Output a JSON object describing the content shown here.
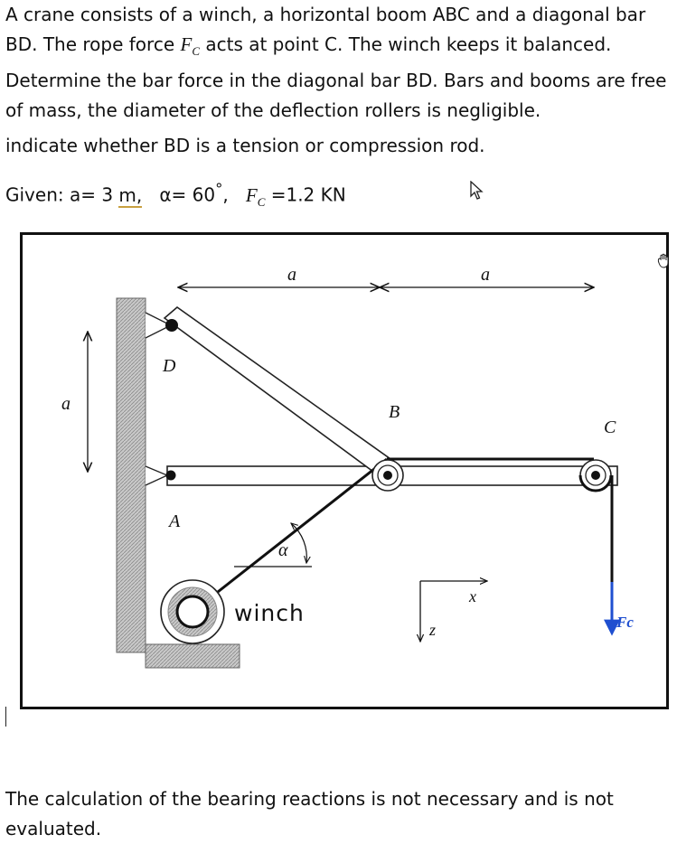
{
  "problem": {
    "intro_text": "A crane consists of a winch, a horizontal boom ABC and a diagonal bar BD. The rope force",
    "force_symbol": "F",
    "force_subscript": "C",
    "intro_text_2": "acts at point C. The winch keeps it balanced. Determine the bar force in the diagonal bar BD. Bars and booms are free of mass, the diameter of the deflection rollers is negligible.",
    "question": "indicate whether BD is a tension or compression rod.",
    "given_label": "Given: a= 3",
    "given_m": "m,",
    "given_alpha": "α= 60",
    "given_deg": "°",
    "given_comma": ",",
    "given_force_value": "=1.2 KN",
    "footer": "The calculation of the bearing reactions is not necessary and is not evaluated."
  },
  "figure": {
    "label_a_top_left": "a",
    "label_a_top_right": "a",
    "label_a_left": "a",
    "label_D": "D",
    "label_B": "B",
    "label_C": "C",
    "label_A": "A",
    "label_alpha": "α",
    "label_winch": "winch",
    "label_x": "x",
    "label_z": "z",
    "label_Fc": "Fc",
    "color_force": "#1f4fd0"
  }
}
